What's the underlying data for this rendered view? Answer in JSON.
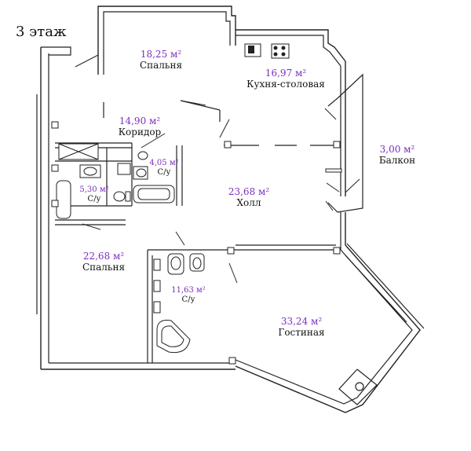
{
  "colors": {
    "accent": "#7b2fbf",
    "line": "#222222"
  },
  "floor": {
    "label": "3 этаж"
  },
  "rooms": {
    "bedroom1": {
      "area": "18,25 м²",
      "name": "Спальня"
    },
    "kitchen": {
      "area": "16,97 м²",
      "name": "Кухня-столовая"
    },
    "corridor": {
      "area": "14,90 м²",
      "name": "Коридор"
    },
    "bath1": {
      "area": "4,05 м²",
      "name": "С/у"
    },
    "bath2": {
      "area": "5,30 м²",
      "name": "С/у"
    },
    "hall": {
      "area": "23,68 м²",
      "name": "Холл"
    },
    "balcony": {
      "area": "3,00 м²",
      "name": "Балкон"
    },
    "bedroom2": {
      "area": "22,68 м²",
      "name": "Спальня"
    },
    "bath3": {
      "area": "11,63 м²",
      "name": "С/у"
    },
    "living": {
      "area": "33,24 м²",
      "name": "Гостиная"
    }
  }
}
